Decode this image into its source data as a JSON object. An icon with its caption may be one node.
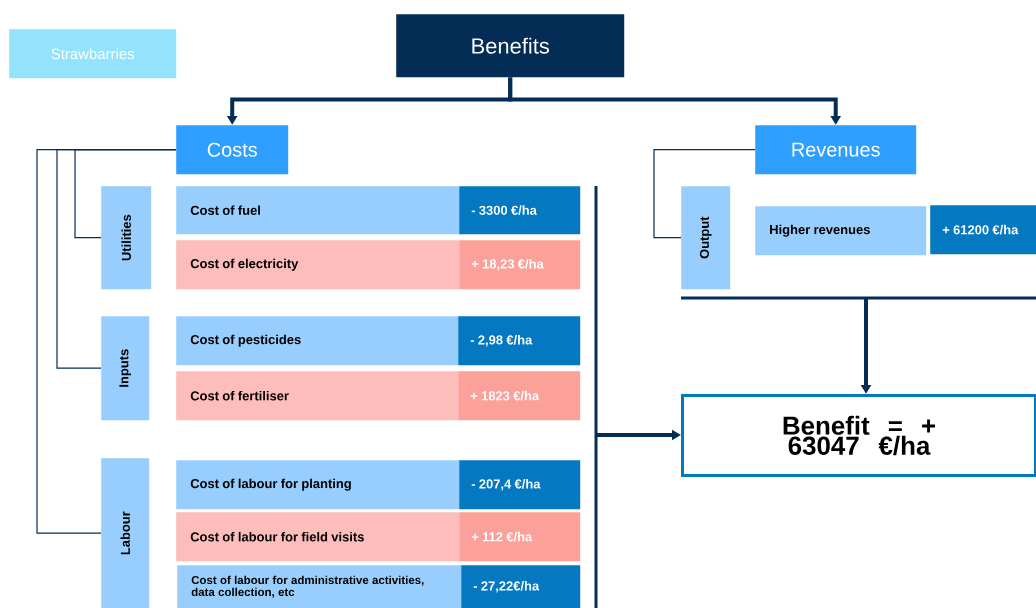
{
  "diagram": {
    "nodes": [
      {
        "text": [
          "Strawbarries"
        ]
      },
      {
        "text": [
          "Benefits"
        ]
      },
      {
        "text": [
          "Costs"
        ]
      },
      {
        "text": [
          "Revenues"
        ]
      },
      {
        "text": [
          "Utilities"
        ]
      },
      {
        "text": [
          "Cost of fuel"
        ]
      },
      {
        "text": [
          "- 3300 €/ha"
        ]
      },
      {
        "text": [
          "Cost of electricity"
        ]
      },
      {
        "text": [
          "+ 18,23 €/ha"
        ]
      },
      {
        "text": [
          "Inputs"
        ]
      },
      {
        "text": [
          "Cost of pesticides"
        ]
      },
      {
        "text": [
          "- 2,98 €/ha"
        ]
      },
      {
        "text": [
          "Cost of fertiliser"
        ]
      },
      {
        "text": [
          "+ 1823 €/ha"
        ]
      },
      {
        "text": [
          "Labour"
        ]
      },
      {
        "text": [
          "Cost of labour for planting"
        ]
      },
      {
        "text": [
          "- 207,4 €/ha"
        ]
      },
      {
        "text": [
          "Cost of labour for field visits"
        ]
      },
      {
        "text": [
          "+ 112 €/ha"
        ]
      },
      {
        "text": [
          "Cost of labour for administrative activities, data collection, etc"
        ]
      },
      {
        "text": [
          "- 27,22€/ha"
        ]
      },
      {
        "text": [
          "Output"
        ]
      },
      {
        "text": [
          "Higher revenues"
        ]
      },
      {
        "text": [
          "+ 61200 €/ha"
        ]
      },
      {
        "text": [
          "Benefit = + 63047 €/ha"
        ]
      }
    ],
    "edges": [
      {
        "from": 1,
        "to": 2,
        "arrow": "to",
        "style": "thick"
      },
      {
        "from": 1,
        "to": 3,
        "arrow": "to",
        "style": "thick"
      },
      {
        "from": 2,
        "to": 4,
        "arrow": "none"
      },
      {
        "from": 2,
        "to": 9,
        "arrow": "none"
      },
      {
        "from": 2,
        "to": 14,
        "arrow": "none"
      },
      {
        "from": 3,
        "to": 21,
        "arrow": "none"
      },
      {
        "from": null,
        "to": 24,
        "arrow": "to",
        "style": "thick"
      },
      {
        "from": null,
        "to": 24,
        "arrow": "to",
        "style": "thick"
      }
    ]
  }
}
